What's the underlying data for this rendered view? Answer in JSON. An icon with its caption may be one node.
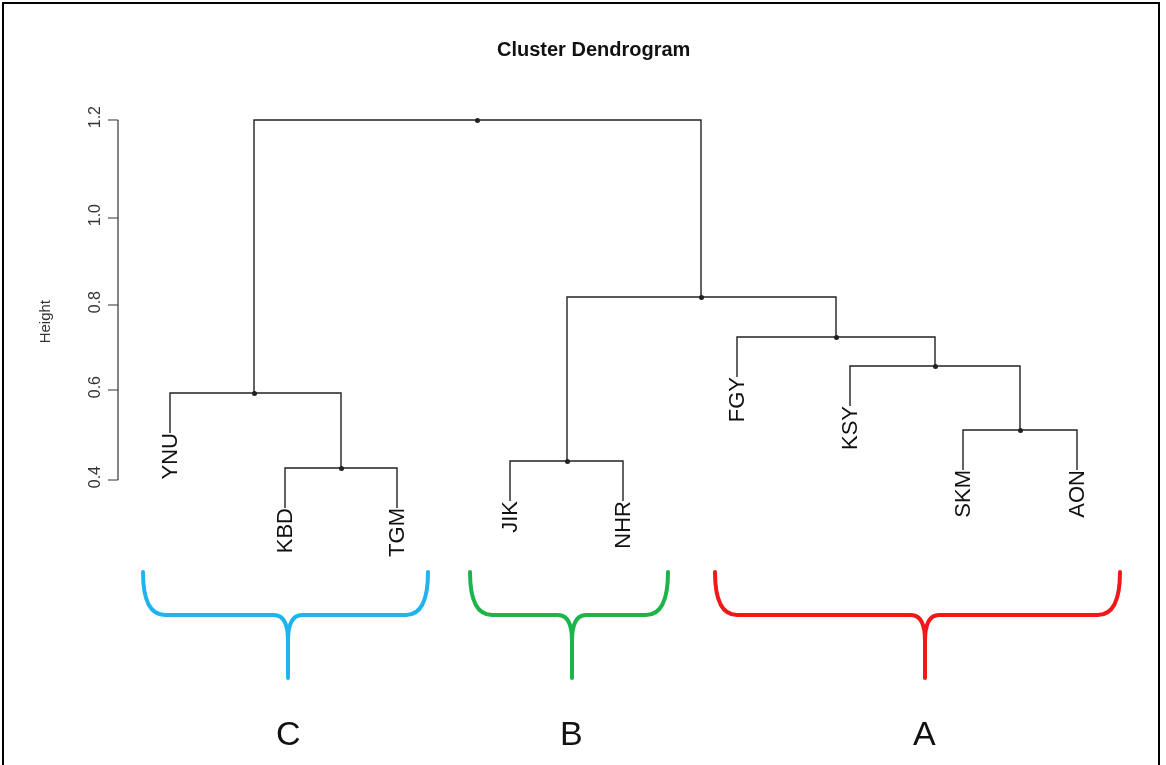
{
  "diagram": {
    "title": "Cluster Dendrogram",
    "nodes": [
      {
        "text": [
          "YNU"
        ]
      },
      {
        "text": [
          "KBD"
        ]
      },
      {
        "text": [
          "TGM"
        ]
      },
      {
        "text": [
          "JIK"
        ]
      },
      {
        "text": [
          "NHR"
        ]
      },
      {
        "text": [
          "FGY"
        ]
      },
      {
        "text": [
          "KSY"
        ]
      },
      {
        "text": [
          "SKM"
        ]
      },
      {
        "text": [
          "AON"
        ]
      },
      {
        "text": [],
        "shape": "point"
      },
      {
        "text": [],
        "shape": "point"
      },
      {
        "text": [],
        "shape": "point"
      },
      {
        "text": [],
        "shape": "point"
      },
      {
        "text": [],
        "shape": "point"
      },
      {
        "text": [],
        "shape": "point"
      },
      {
        "text": [],
        "shape": "point"
      },
      {
        "text": [],
        "shape": "point"
      }
    ],
    "edges": [
      {
        "from": 9,
        "to": 13,
        "arrow": "none"
      },
      {
        "from": 9,
        "to": 10,
        "arrow": "none"
      },
      {
        "from": 13,
        "to": 0,
        "arrow": "none"
      },
      {
        "from": 13,
        "to": 16,
        "arrow": "none"
      },
      {
        "from": 16,
        "to": 1,
        "arrow": "none"
      },
      {
        "from": 16,
        "to": 2,
        "arrow": "none"
      },
      {
        "from": 10,
        "to": 15,
        "arrow": "none"
      },
      {
        "from": 10,
        "to": 11,
        "arrow": "none"
      },
      {
        "from": 15,
        "to": 3,
        "arrow": "none"
      },
      {
        "from": 15,
        "to": 4,
        "arrow": "none"
      },
      {
        "from": 11,
        "to": 5,
        "arrow": "none"
      },
      {
        "from": 11,
        "to": 12,
        "arrow": "none"
      },
      {
        "from": 12,
        "to": 6,
        "arrow": "none"
      },
      {
        "from": 12,
        "to": 14,
        "arrow": "none"
      },
      {
        "from": 14,
        "to": 7,
        "arrow": "none"
      },
      {
        "from": 14,
        "to": 8,
        "arrow": "none"
      }
    ],
    "labels": [
      "1.2",
      "1.0",
      "0.8",
      "0.6",
      "0.4",
      "Height",
      "C",
      "B",
      "A"
    ]
  }
}
